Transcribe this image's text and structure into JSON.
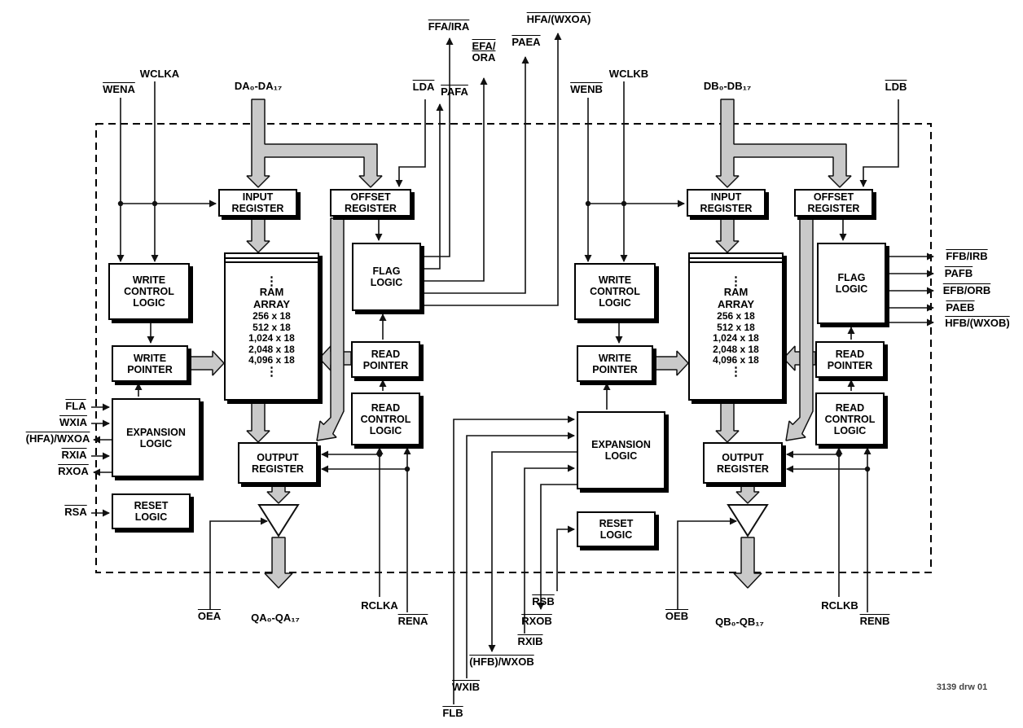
{
  "colors": {
    "bus_arrow_fill": "#c9c9c9",
    "line": "#111111",
    "box_shadow": "#000000"
  },
  "boxes": {
    "input_register": "INPUT\nREGISTER",
    "offset_register": "OFFSET\nREGISTER",
    "write_control_logic": "WRITE\nCONTROL\nLOGIC",
    "flag_logic": "FLAG\nLOGIC",
    "write_pointer": "WRITE\nPOINTER",
    "read_pointer": "READ\nPOINTER",
    "read_control_logic": "READ\nCONTROL\nLOGIC",
    "expansion_logic": "EXPANSION\nLOGIC",
    "reset_logic": "RESET\nLOGIC",
    "output_register": "OUTPUT\nREGISTER"
  },
  "ram": {
    "title": "RAM\nARRAY",
    "sizes": "256 x 18\n512 x 18\n1,024 x 18\n2,048 x 18\n4,096 x 18",
    "dots": "⋮"
  },
  "signals": {
    "wclka": "WCLKA",
    "wena": "WENA",
    "da": "DA₀-DA₁₇",
    "lda": "LDA",
    "ffa_ira": "FFA/IRA",
    "efa_ora": "EFA/\nORA",
    "hfa_wxoa_top": "HFA/(WXOA)",
    "paea": "PAEA",
    "pafa": "PAFA",
    "fla": "FLA",
    "wxia": "WXIA",
    "hfa_wxoa_left": "(HFA)/WXOA",
    "rxia": "RXIA",
    "rxoa": "RXOA",
    "rsa": "RSA",
    "oea": "OEA",
    "qa": "QA₀-QA₁₇",
    "rclka": "RCLKA",
    "rena": "RENA",
    "wclkb": "WCLKB",
    "wenb": "WENB",
    "db": "DB₀-DB₁₇",
    "ldb": "LDB",
    "ffb_irb": "FFB/IRB",
    "pafb": "PAFB",
    "efb_orb": "EFB/ORB",
    "paeb": "PAEB",
    "hfb_wxob_right": "HFB/(WXOB)",
    "flb": "FLB",
    "wxib": "WXIB",
    "hfb_wxob_bottom": "(HFB)/WXOB",
    "rxib": "RXIB",
    "rxob": "RXOB",
    "rsb": "RSB",
    "oeb": "OEB",
    "qb": "QB₀-QB₁₇",
    "rclkb": "RCLKB",
    "renb": "RENB"
  },
  "footer": {
    "drawing_number": "3139 drw 01"
  }
}
